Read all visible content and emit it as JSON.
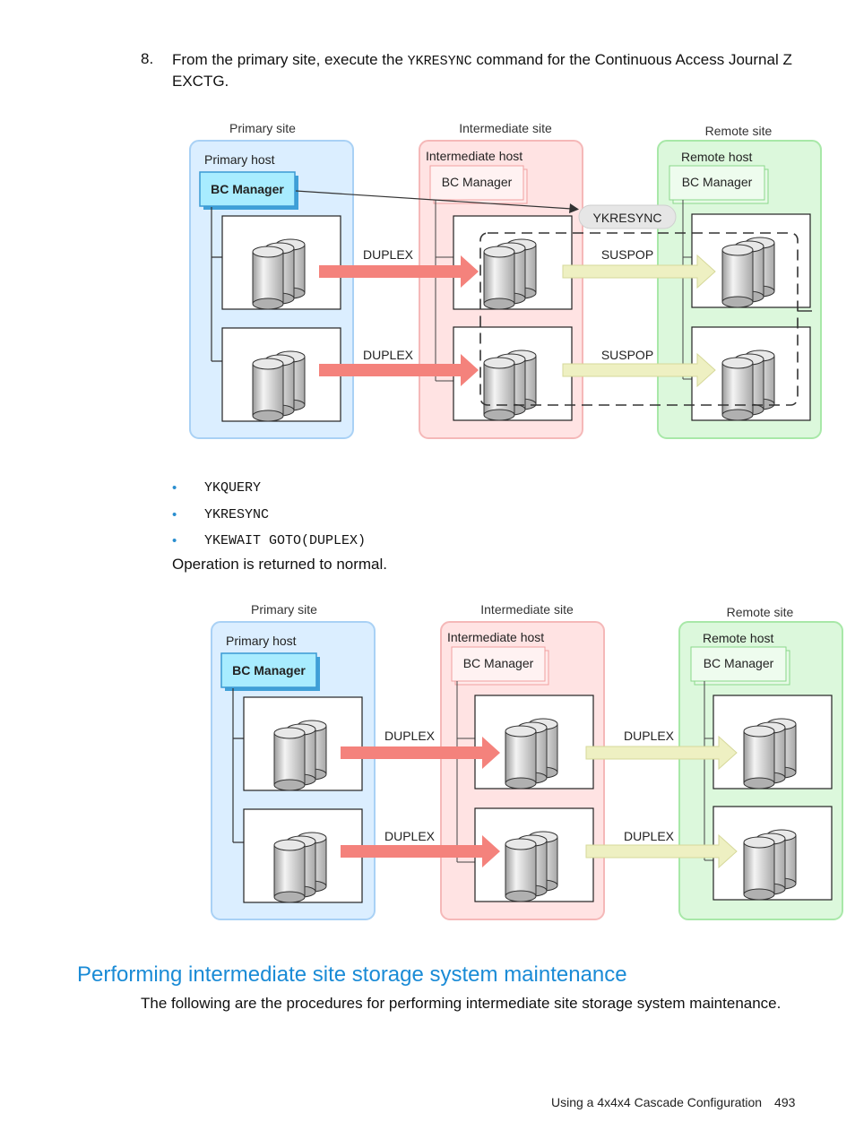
{
  "step": {
    "number": "8.",
    "text_before": "From the primary site, execute the ",
    "command": "YKRESYNC",
    "text_after": " command for the Continuous Access Journal Z EXCTG."
  },
  "diagram1": {
    "primary_site": "Primary site",
    "intermediate_site": "Intermediate site",
    "remote_site": "Remote site",
    "primary_host": "Primary host",
    "intermediate_host": "Intermediate host",
    "remote_host": "Remote host",
    "bc_manager": "BC Manager",
    "command_label": "YKRESYNC",
    "pair_state_1": "DUPLEX",
    "pair_state_2": "DUPLEX",
    "journal_state_1": "SUSPOP",
    "journal_state_2": "SUSPOP"
  },
  "command_list": [
    "YKQUERY",
    "YKRESYNC",
    "YKEWAIT GOTO(DUPLEX)"
  ],
  "after_list_text": "Operation is returned to normal.",
  "diagram2": {
    "primary_site": "Primary site",
    "intermediate_site": "Intermediate site",
    "remote_site": "Remote site",
    "primary_host": "Primary host",
    "intermediate_host": "Intermediate host",
    "remote_host": "Remote host",
    "bc_manager": "BC Manager",
    "pair_state_1": "DUPLEX",
    "pair_state_2": "DUPLEX",
    "journal_state_1": "DUPLEX",
    "journal_state_2": "DUPLEX"
  },
  "section": {
    "heading": "Performing intermediate site storage system maintenance",
    "body": "The following are the procedures for performing intermediate site storage system maintenance."
  },
  "footer": {
    "chapter": "Using a 4x4x4 Cascade Configuration",
    "page": "493"
  },
  "colors": {
    "heading": "#1a8bd6",
    "primary_site_fill": "#dbeeff",
    "intermediate_site_fill": "#ffe3e3",
    "remote_site_fill": "#dcf8dc",
    "bc_manager_fill": "#a8ecff",
    "red_arrow": "#f4827c",
    "yellow_arrow": "#eef0c2"
  }
}
